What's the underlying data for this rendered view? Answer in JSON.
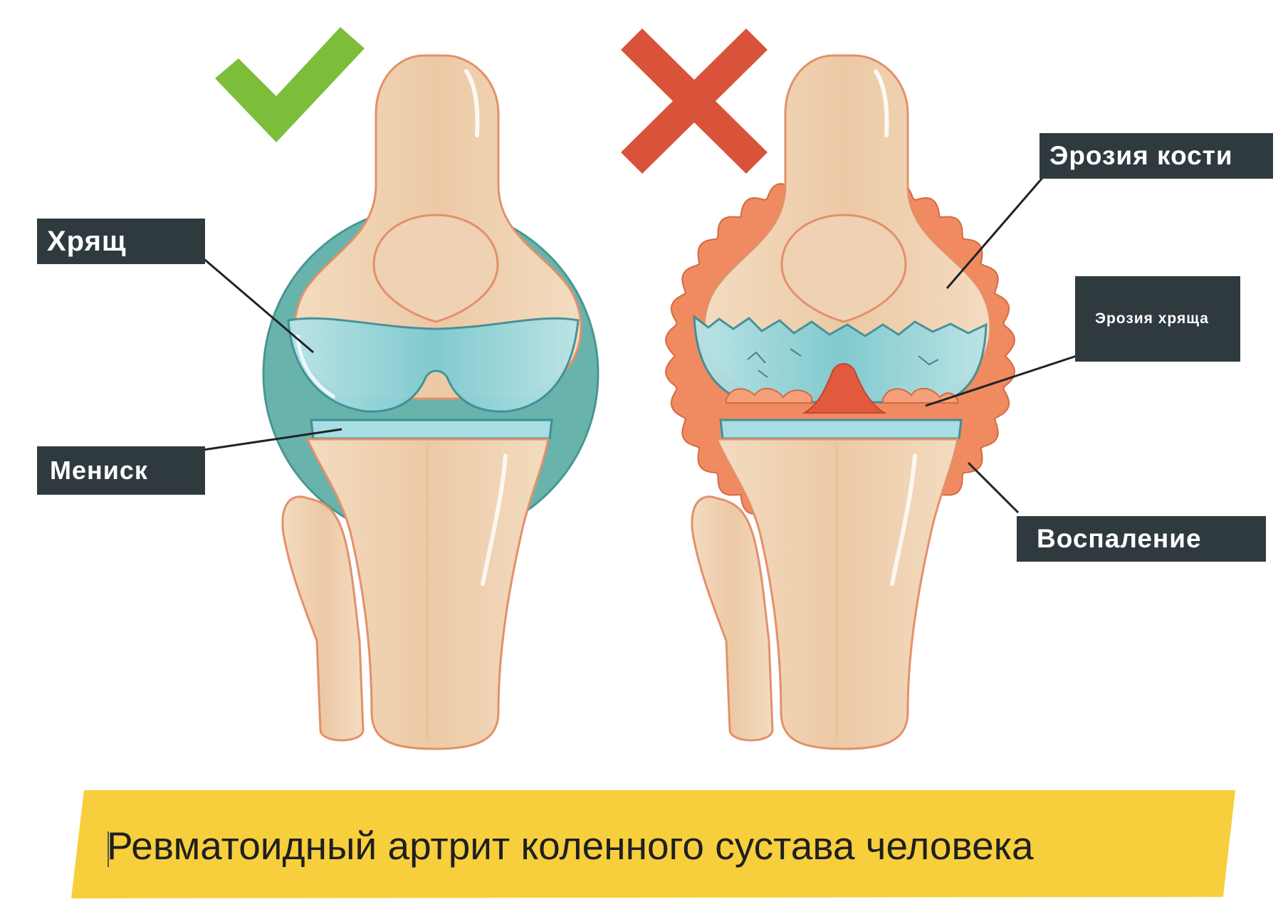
{
  "labels": {
    "cartilage": "Хрящ",
    "meniscus": "Мениск",
    "bone_erosion": "Эрозия кости",
    "cartilage_erosion": "Эрозия хряща",
    "inflammation": "Воспаление"
  },
  "caption": "Ревматоидный артрит коленного сустава человека",
  "icons": {
    "healthy": "checkmark-icon",
    "diseased": "cross-icon"
  },
  "colors": {
    "check": "#7cbd3a",
    "cross": "#d9533a",
    "bone": "#efd2b3",
    "bone_outline": "#e3906a",
    "synovium_healthy": "#69b3ad",
    "cartilage": "#9fd9df",
    "inflammation": "#f08a60",
    "banner": "#f7cf3c",
    "label_bg": "#2f3a3e"
  }
}
